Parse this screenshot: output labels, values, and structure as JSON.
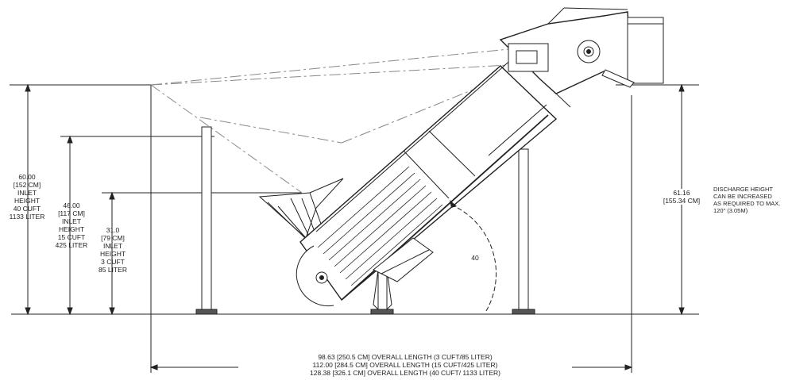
{
  "dimensions": {
    "inlet_40": [
      "60.00",
      "[152 CM]",
      "INLET",
      "HEIGHT",
      "40 CUFT",
      "1133 LITER"
    ],
    "inlet_15": [
      "46.00",
      "[117 CM]",
      "INLET",
      "HEIGHT",
      "15 CUFT",
      "425 LITER"
    ],
    "inlet_3": [
      "31.0",
      "[79 CM]",
      "INLET",
      "HEIGHT",
      "3 CUFT",
      "85 LITER"
    ],
    "discharge": [
      "61.16",
      "[155.34 CM]"
    ],
    "angle": "40"
  },
  "notes": {
    "discharge_note": [
      "DISCHARGE HEIGHT",
      "CAN BE INCREASED",
      "AS REQUIRED TO MAX.",
      "120\" (3.05M)"
    ]
  },
  "overall_length": [
    "98.63 [250.5 CM] OVERALL LENGTH (3 CUFT/85 LITER)",
    "112.00 [284.5 CM] OVERALL LENGTH (15 CUFT/425 LITER)",
    "128.38 [326.1 CM] OVERALL LENGTH (40 CUFT/ 1133 LITER)"
  ]
}
